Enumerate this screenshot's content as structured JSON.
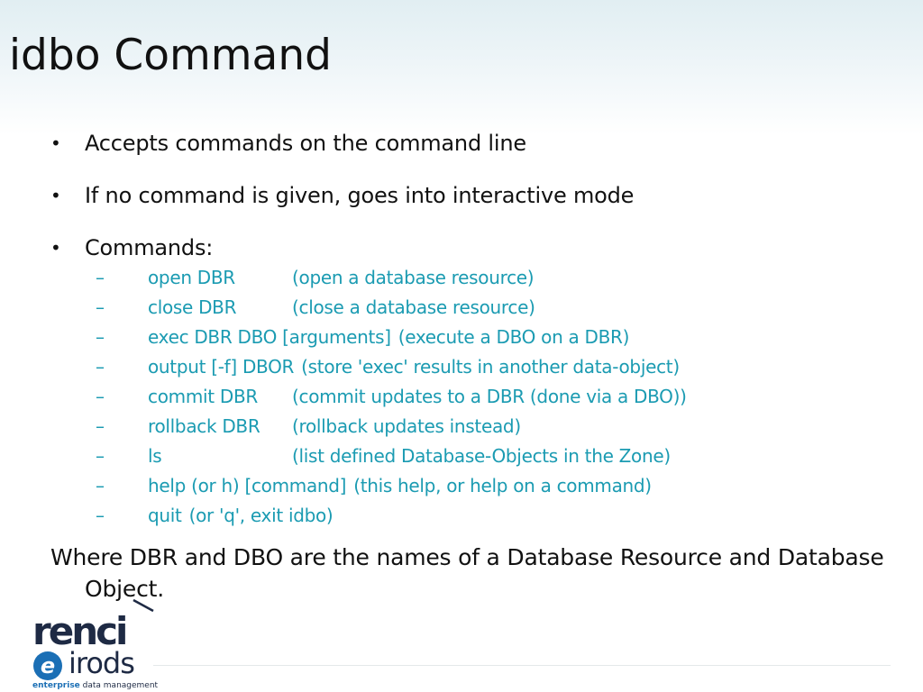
{
  "slide": {
    "title": "idbo Command",
    "bullets": [
      "Accepts commands on the command line",
      "If no command is given, goes into interactive mode",
      "Commands:"
    ],
    "bullet_glyph": "•",
    "dash_glyph": "–",
    "commands": [
      {
        "cmd": "open DBR",
        "desc": "(open a database resource)"
      },
      {
        "cmd": "close DBR",
        "desc": "(close a database resource)"
      },
      {
        "cmd": "exec DBR DBO [arguments]",
        "desc": "(execute a DBO on a DBR)"
      },
      {
        "cmd": "output [-f] DBOR",
        "desc": "(store 'exec' results in another data-object)"
      },
      {
        "cmd": "commit DBR",
        "desc": "(commit updates to a DBR (done via a DBO))"
      },
      {
        "cmd": "rollback DBR",
        "desc": "(rollback updates instead)"
      },
      {
        "cmd": "ls",
        "desc": "(list defined Database-Objects in the Zone)"
      },
      {
        "cmd": "help (or h) [command]",
        "desc": "(this help, or help on a command)"
      },
      {
        "cmd": "quit",
        "desc": "(or 'q', exit idbo)"
      }
    ],
    "footer_text": "Where DBR and DBO are the names of a Database Resource and Database Object."
  },
  "logo": {
    "renci_re": "re",
    "renci_nci": "nci",
    "irods_letter": "e",
    "irods_text": "irods",
    "tagline_em": "enterprise",
    "tagline_rest": " data management"
  },
  "colors": {
    "subitem_text": "#1b9bb2",
    "logo_dark": "#1e2a44",
    "logo_blue": "#1b6fb5"
  }
}
